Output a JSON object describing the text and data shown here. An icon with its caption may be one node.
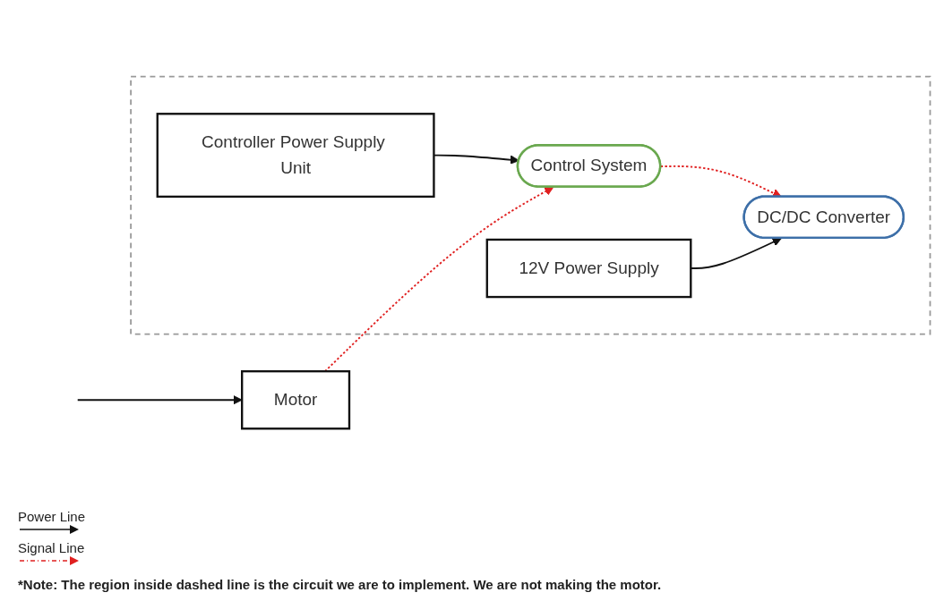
{
  "diagram": {
    "nodes": [
      {
        "text": [],
        "shape": "box"
      },
      {
        "text": [
          "Controller Power Supply Unit"
        ],
        "in": 0
      },
      {
        "text": [
          "Control System"
        ],
        "in": 0
      },
      {
        "text": [
          "12V Power Supply"
        ],
        "in": 0
      },
      {
        "text": [
          "DC/DC Converter"
        ],
        "in": 0
      },
      {
        "text": [
          "Motor"
        ]
      }
    ],
    "edges": [
      {
        "from": 1,
        "to": 2,
        "arrow": "to"
      },
      {
        "from": 5,
        "to": 2,
        "arrow": "to",
        "style": "dashed",
        "color": "#e02020"
      },
      {
        "from": 2,
        "to": 4,
        "arrow": "to",
        "style": "dashed",
        "color": "#e02020"
      },
      {
        "from": 3,
        "to": 4,
        "arrow": "to"
      },
      {
        "from": null,
        "to": 5,
        "arrow": "to"
      }
    ],
    "labels": [
      "*Note: The region inside dashed line is the circuit we are to implement. We are not making the motor."
    ],
    "legend": [
      {
        "text": "Power Line"
      },
      {
        "text": "Signal Line"
      }
    ]
  }
}
